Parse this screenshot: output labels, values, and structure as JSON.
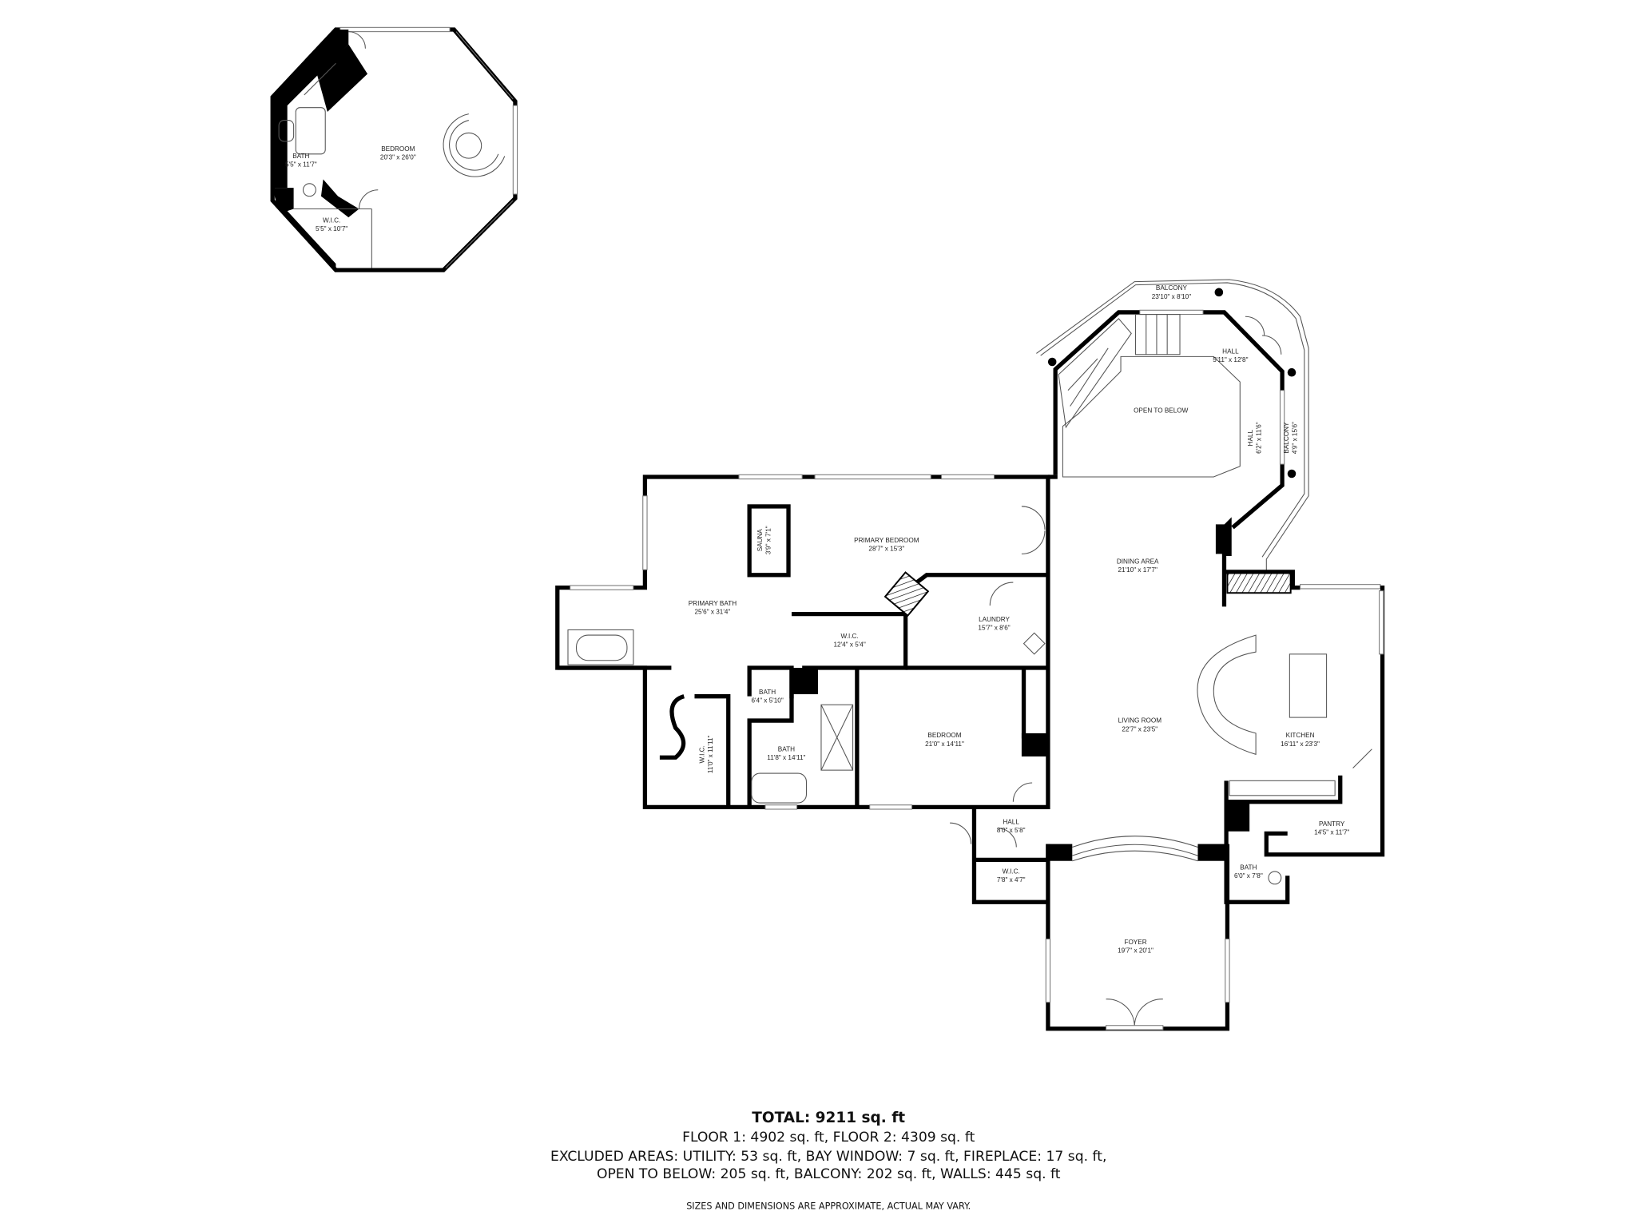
{
  "floor2": {
    "bedroom": {
      "name": "BEDROOM",
      "dims": "20'3\" x 26'0\""
    },
    "bath": {
      "name": "BATH",
      "dims": "5'5\" x 11'7\""
    },
    "wic": {
      "name": "W.I.C.",
      "dims": "5'5\" x 10'7\""
    },
    "balcony_top": {
      "name": "BALCONY",
      "dims": "23'10\" x 8'10\""
    },
    "hall_top": {
      "name": "HALL",
      "dims": "5'11\" x 12'8\""
    },
    "open_to_below": {
      "name": "OPEN TO BELOW"
    },
    "hall_side": {
      "name": "HALL",
      "dims": "6'2\" x 11'6\""
    },
    "balcony_side": {
      "name": "BALCONY",
      "dims": "4'9\" x 15'6\""
    }
  },
  "floor1": {
    "sauna": {
      "name": "SAUNA",
      "dims": "3'9\" x 7'1\""
    },
    "primary_bedroom": {
      "name": "PRIMARY BEDROOM",
      "dims": "28'7\" x 15'3\""
    },
    "primary_bath": {
      "name": "PRIMARY BATH",
      "dims": "25'6\" x 31'4\""
    },
    "wic_primary": {
      "name": "W.I.C.",
      "dims": "12'4\" x 5'4\""
    },
    "laundry": {
      "name": "LAUNDRY",
      "dims": "15'7\" x 8'6\""
    },
    "bath_small": {
      "name": "BATH",
      "dims": "6'4\" x 5'10\""
    },
    "wic_tall": {
      "name": "W.I.C.",
      "dims": "11'0\" x 11'11\""
    },
    "bath_mid": {
      "name": "BATH",
      "dims": "11'8\" x 14'11\""
    },
    "bedroom": {
      "name": "BEDROOM",
      "dims": "21'0\" x 14'11\""
    },
    "dining": {
      "name": "DINING AREA",
      "dims": "21'10\" x 17'7\""
    },
    "living": {
      "name": "LIVING ROOM",
      "dims": "22'7\" x 23'5\""
    },
    "kitchen": {
      "name": "KITCHEN",
      "dims": "16'11\" x 23'3\""
    },
    "pantry": {
      "name": "PANTRY",
      "dims": "14'5\" x 11'7\""
    },
    "hall": {
      "name": "HALL",
      "dims": "8'0\" x 5'8\""
    },
    "wic_hall": {
      "name": "W.I.C.",
      "dims": "7'8\" x 4'7\""
    },
    "bath_foyer": {
      "name": "BATH",
      "dims": "6'0\" x 7'8\""
    },
    "foyer": {
      "name": "FOYER",
      "dims": "19'7\" x 20'1\""
    }
  },
  "summary": {
    "total": "TOTAL: 9211 sq. ft",
    "floors": "FLOOR 1: 4902 sq. ft, FLOOR 2: 4309 sq. ft",
    "excluded_1": "EXCLUDED AREAS: UTILITY: 53 sq. ft, BAY WINDOW: 7 sq. ft, FIREPLACE: 17 sq. ft,",
    "excluded_2": "OPEN TO BELOW: 205 sq. ft, BALCONY: 202 sq. ft, WALLS: 445 sq. ft",
    "disclaimer": "SIZES AND DIMENSIONS ARE APPROXIMATE, ACTUAL MAY VARY."
  }
}
